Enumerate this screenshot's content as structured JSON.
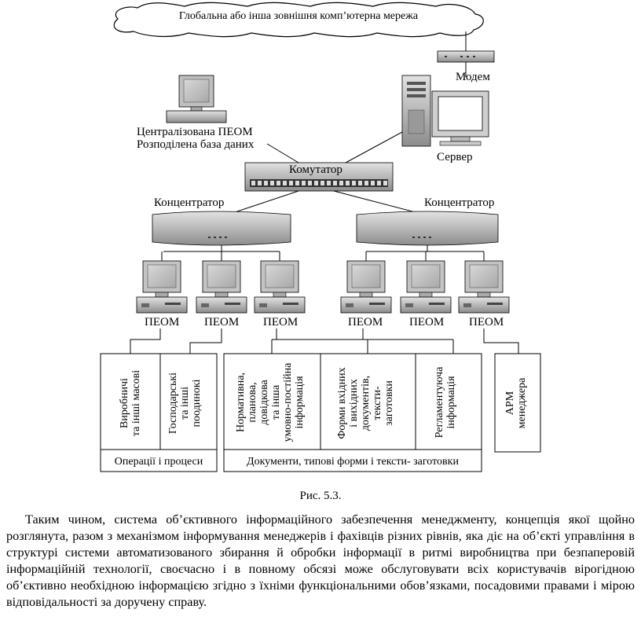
{
  "diagram": {
    "cloud_label": "Глобальна або інша зовнішня комп’ютерна мережа",
    "modem_label": "Модем",
    "server_label": "Сервер",
    "central_pc_label_line1": "Централізована ПЕОМ",
    "central_pc_label_line2": "Розподілена база даних",
    "switch_label": "Комутатор",
    "hub_left_label": "Концентратор",
    "hub_right_label": "Концентратор",
    "workstation_labels": [
      "ПЕОМ",
      "ПЕОМ",
      "ПЕОМ",
      "ПЕОМ",
      "ПЕОМ",
      "ПЕОМ"
    ],
    "box_columns": [
      {
        "lines": [
          "Виробничі",
          "та інші масові"
        ]
      },
      {
        "lines": [
          "Господарські",
          "та інші",
          "поодинокі"
        ]
      },
      {
        "lines": [
          "Нормативна,",
          "планова,",
          "довідкова",
          "та інша",
          "умовно-постійна",
          "інформація"
        ]
      },
      {
        "lines": [
          "Форми вхідних",
          "і вихідних",
          "документів,",
          "тексти-",
          "заготовки"
        ]
      },
      {
        "lines": [
          "Регламентуюча",
          "інформація"
        ]
      },
      {
        "lines": [
          "АРМ",
          "менеджера"
        ]
      }
    ],
    "group_left_label": "Операції і процеси",
    "group_right_label": "Документи, типові форми і тексти- заготовки"
  },
  "caption": "Рис. 5.3.",
  "paragraph": "Таким чином, система об’єктивного інформаційного забезпечення менеджменту, концепція якої щойно розглянута, разом з механізмом інформування менеджерів і фахівців різних рівнів, яка діє на об’єкті управління в структурі системи автоматизованого збирання й обробки інформації в ритмі виробництва при безпаперовій інформаційній технології, своєчасно і в повному обсязі може обслуговувати всіх користувачів вірогідною об’єктивно необхідною інформацією згідно з їхніми функціональними обов’язками, посадовими правами і мірою відповідальності за доручену справу."
}
